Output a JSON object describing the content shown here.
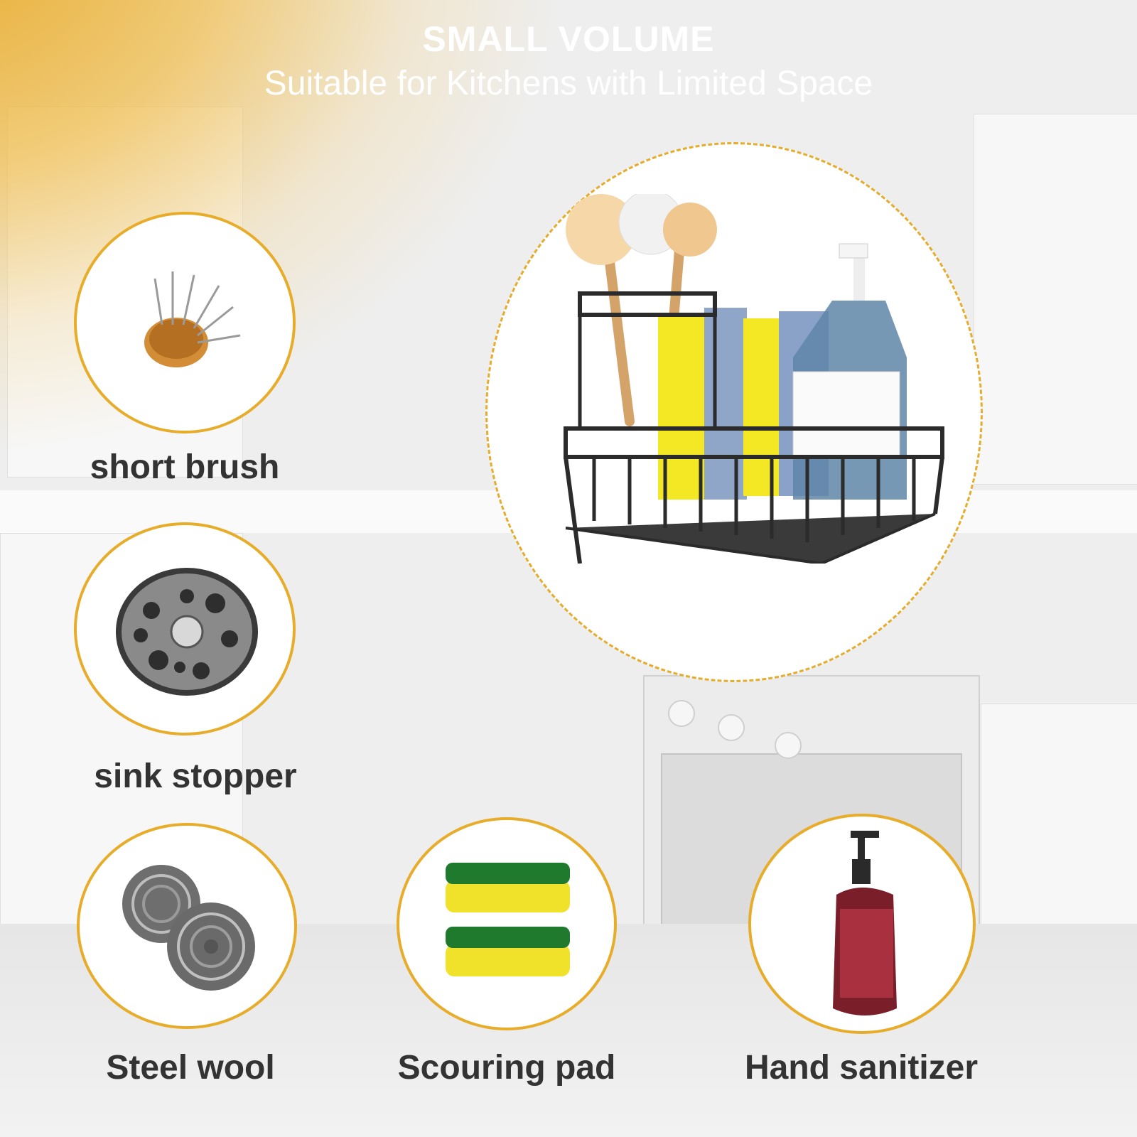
{
  "header": {
    "title": "SMALL VOLUME",
    "subtitle": "Suitable for Kitchens with Limited Space"
  },
  "colors": {
    "accent": "#e7ad2a",
    "label_text": "#333333",
    "header_text": "#ffffff"
  },
  "hero": {
    "icon": "sink-caddy-organizer"
  },
  "accessories": [
    {
      "label": "short brush",
      "icon": "short-brush"
    },
    {
      "label": "sink stopper",
      "icon": "sink-stopper"
    },
    {
      "label": "Steel wool",
      "icon": "steel-wool"
    },
    {
      "label": "Scouring pad",
      "icon": "scouring-pad"
    },
    {
      "label": "Hand sanitizer",
      "icon": "hand-sanitizer-bottle"
    }
  ]
}
